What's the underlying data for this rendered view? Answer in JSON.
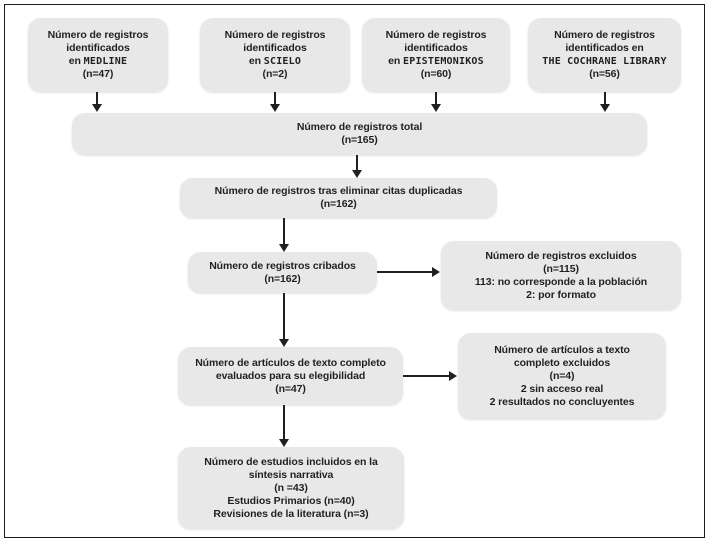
{
  "diagram": {
    "type": "prisma-flow",
    "sources": [
      {
        "line1": "Número de registros",
        "line2": "identificados",
        "prefix": "en ",
        "name": "MEDLINE",
        "count": "(n=47)"
      },
      {
        "line1": "Número de registros",
        "line2": "identificados",
        "prefix": "en ",
        "name": "SCIELO",
        "count": "(n=2)"
      },
      {
        "line1": "Número de registros",
        "line2": "identificados",
        "prefix": "en ",
        "name": "EPISTEMONIKOS",
        "count": "(n=60)"
      },
      {
        "line1": "Número de registros",
        "line2": "identificados en",
        "prefix": "",
        "name": "THE COCHRANE LIBRARY",
        "count": "(n=56)"
      }
    ],
    "total": {
      "line1": "Número de registros total",
      "count": "(n=165)"
    },
    "dedup": {
      "line1": "Número de registros tras eliminar citas duplicadas",
      "count": "(n=162)"
    },
    "screened": {
      "line1": "Número de registros cribados",
      "count": "(n=162)"
    },
    "excluded_screening": {
      "line1": "Número de registros excluidos",
      "count": "(n=115)",
      "reason1": "113: no corresponde a la población",
      "reason2": "2: por formato"
    },
    "fulltext": {
      "line1": "Número de artículos de texto completo",
      "line2": "evaluados para su elegibilidad",
      "count": "(n=47)"
    },
    "excluded_fulltext": {
      "line1": "Número de artículos a texto",
      "line2": "completo excluidos",
      "count": "(n=4)",
      "reason1": "2 sin acceso real",
      "reason2": "2 resultados no concluyentes"
    },
    "included": {
      "line1": "Número de estudios incluidos en la",
      "line2": "síntesis narrativa",
      "count": "(n =43)",
      "detail1": "Estudios Primarios (n=40)",
      "detail2": "Revisiones de la literatura (n=3)"
    }
  },
  "colors": {
    "box_fill": "#e8e8e9",
    "text": "#231f20",
    "arrow": "#231f20",
    "frame_border": "#1c1c1c",
    "background": "#ffffff"
  }
}
